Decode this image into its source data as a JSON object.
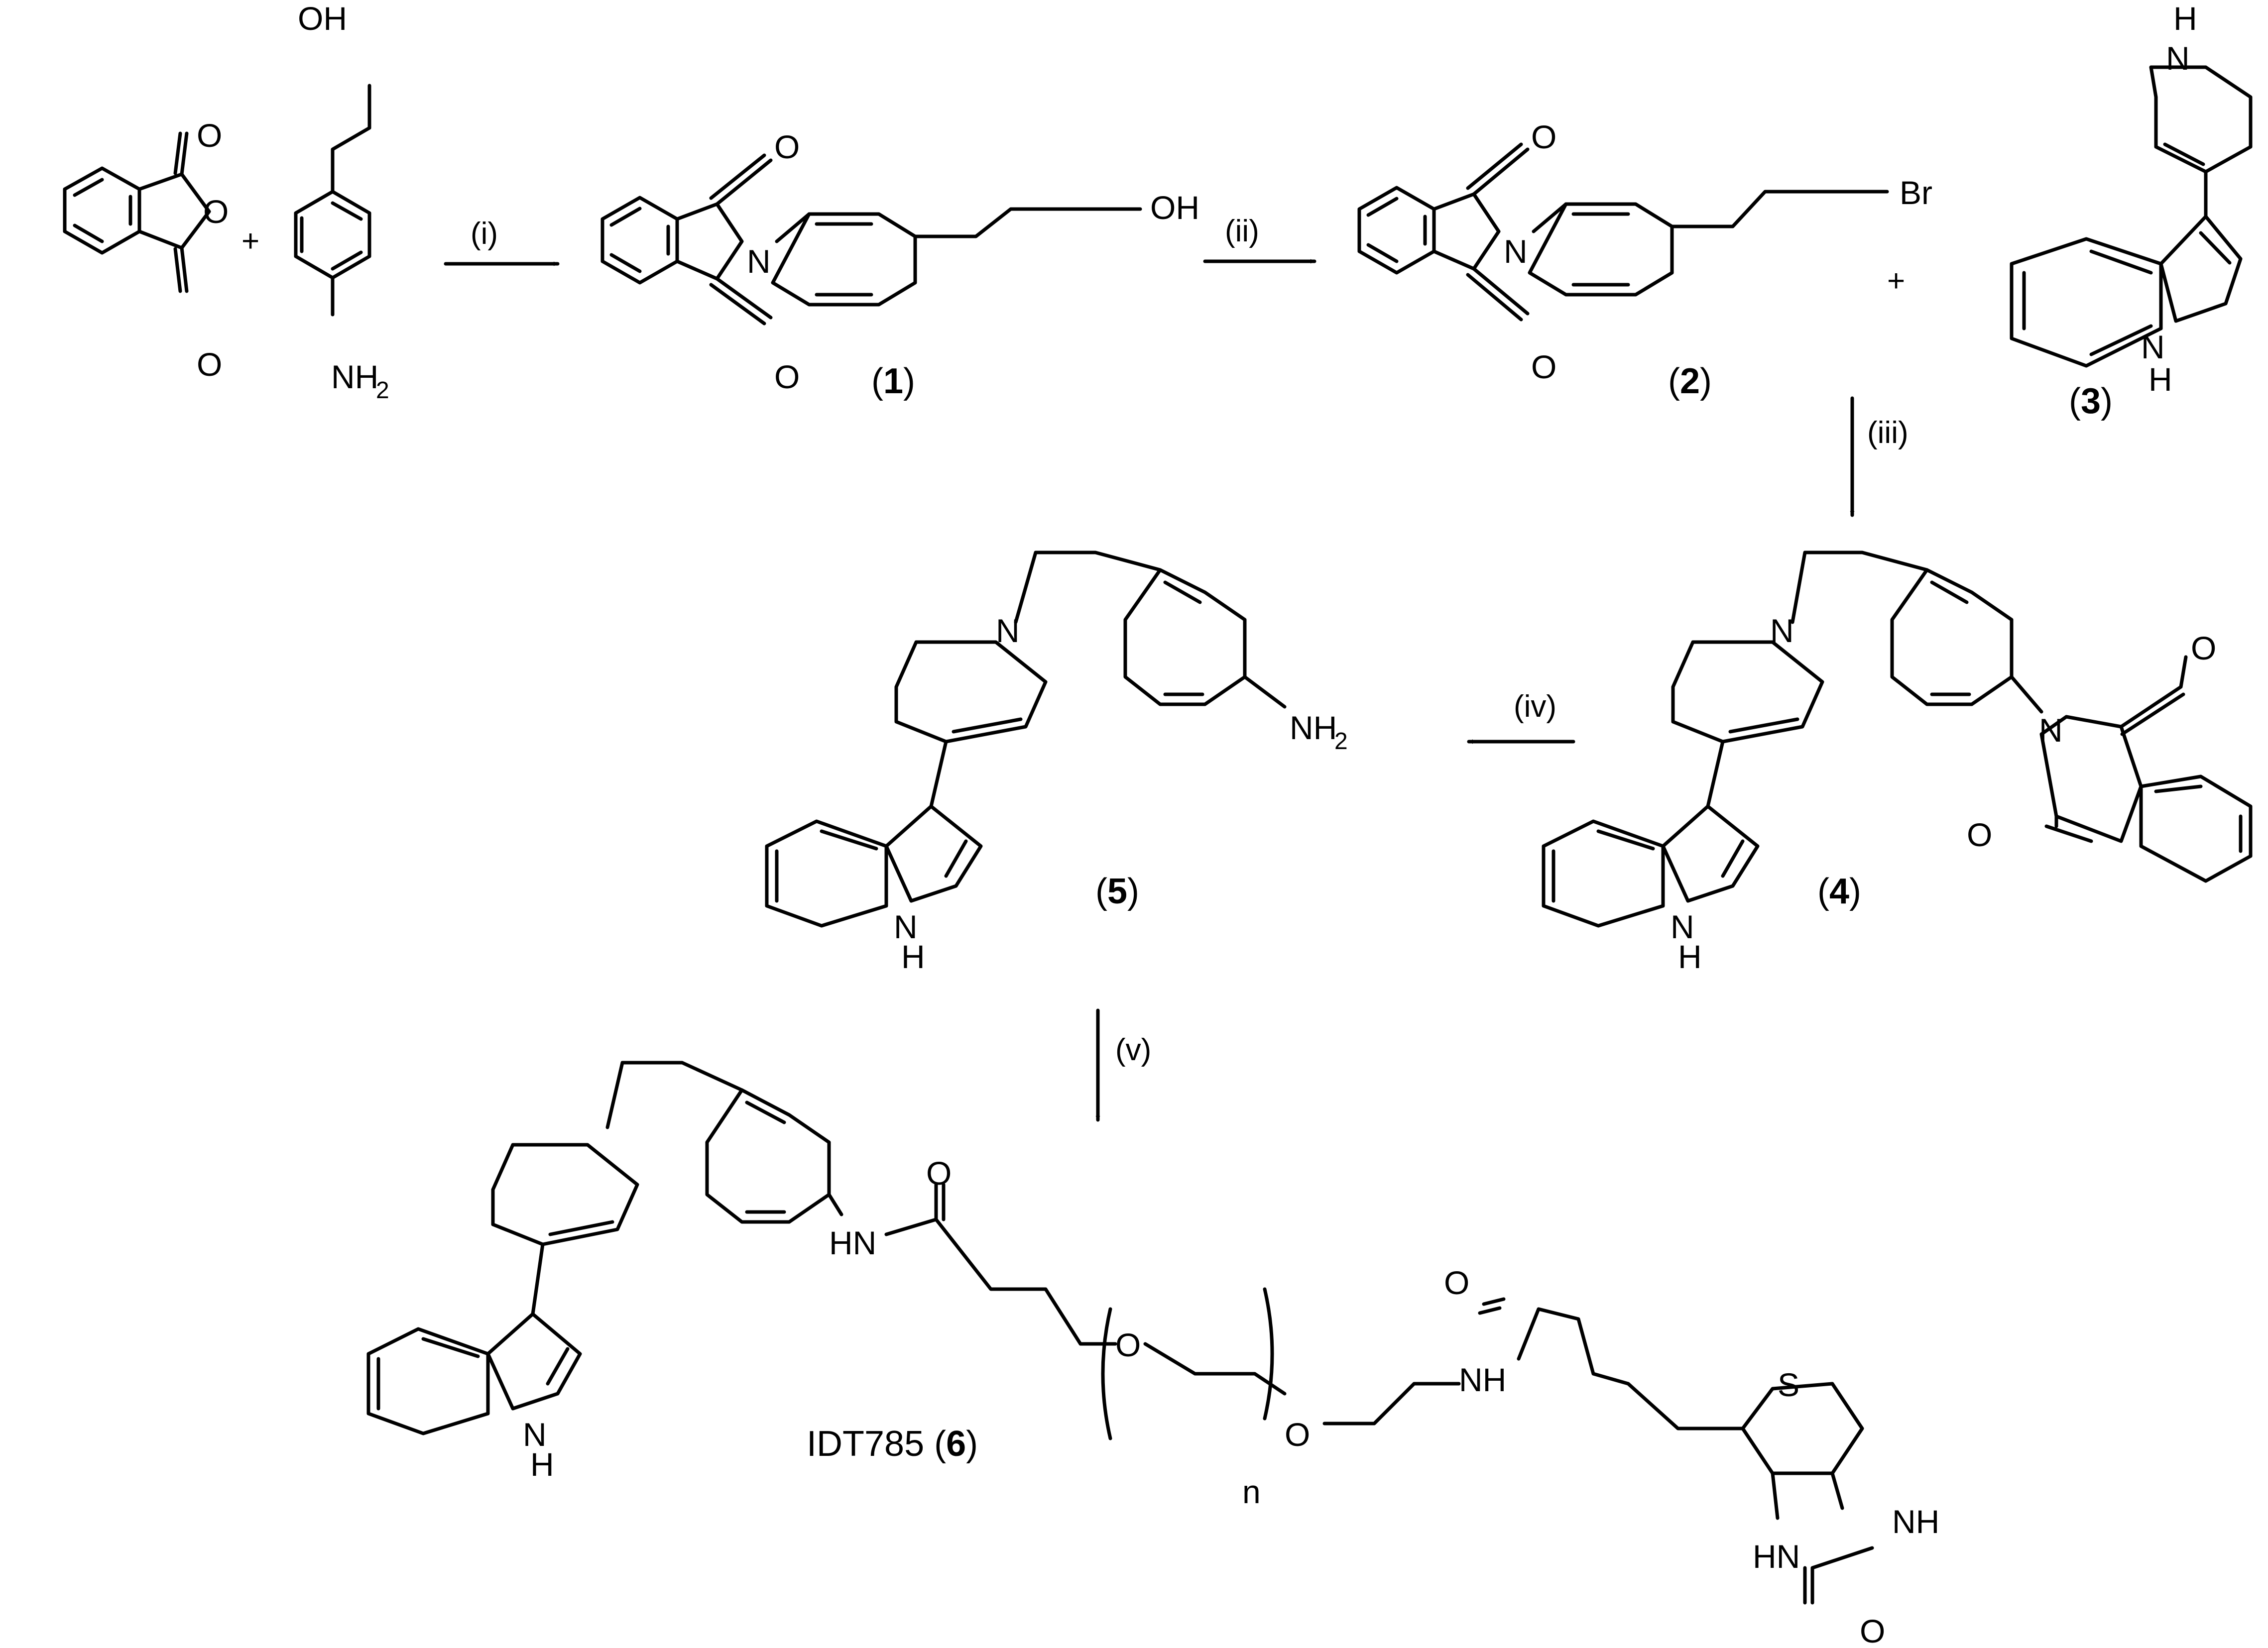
{
  "scheme": {
    "steps": [
      "(i)",
      "(ii)",
      "(iii)",
      "(iv)",
      "(v)"
    ],
    "plus": "+",
    "compounds": [
      {
        "num": "1",
        "name": ""
      },
      {
        "num": "2",
        "name": ""
      },
      {
        "num": "3",
        "name": ""
      },
      {
        "num": "4",
        "name": ""
      },
      {
        "num": "5",
        "name": ""
      },
      {
        "num": "6",
        "name": "IDT785"
      }
    ],
    "atoms": {
      "O": "O",
      "N": "N",
      "OH": "OH",
      "Br": "Br",
      "S": "S",
      "H": "H",
      "NH": "NH",
      "HN": "HN",
      "NH2_main": "NH",
      "NH2_sub": "2",
      "n": "n"
    }
  },
  "colors": {
    "ink": "#000000",
    "background": "#ffffff"
  }
}
